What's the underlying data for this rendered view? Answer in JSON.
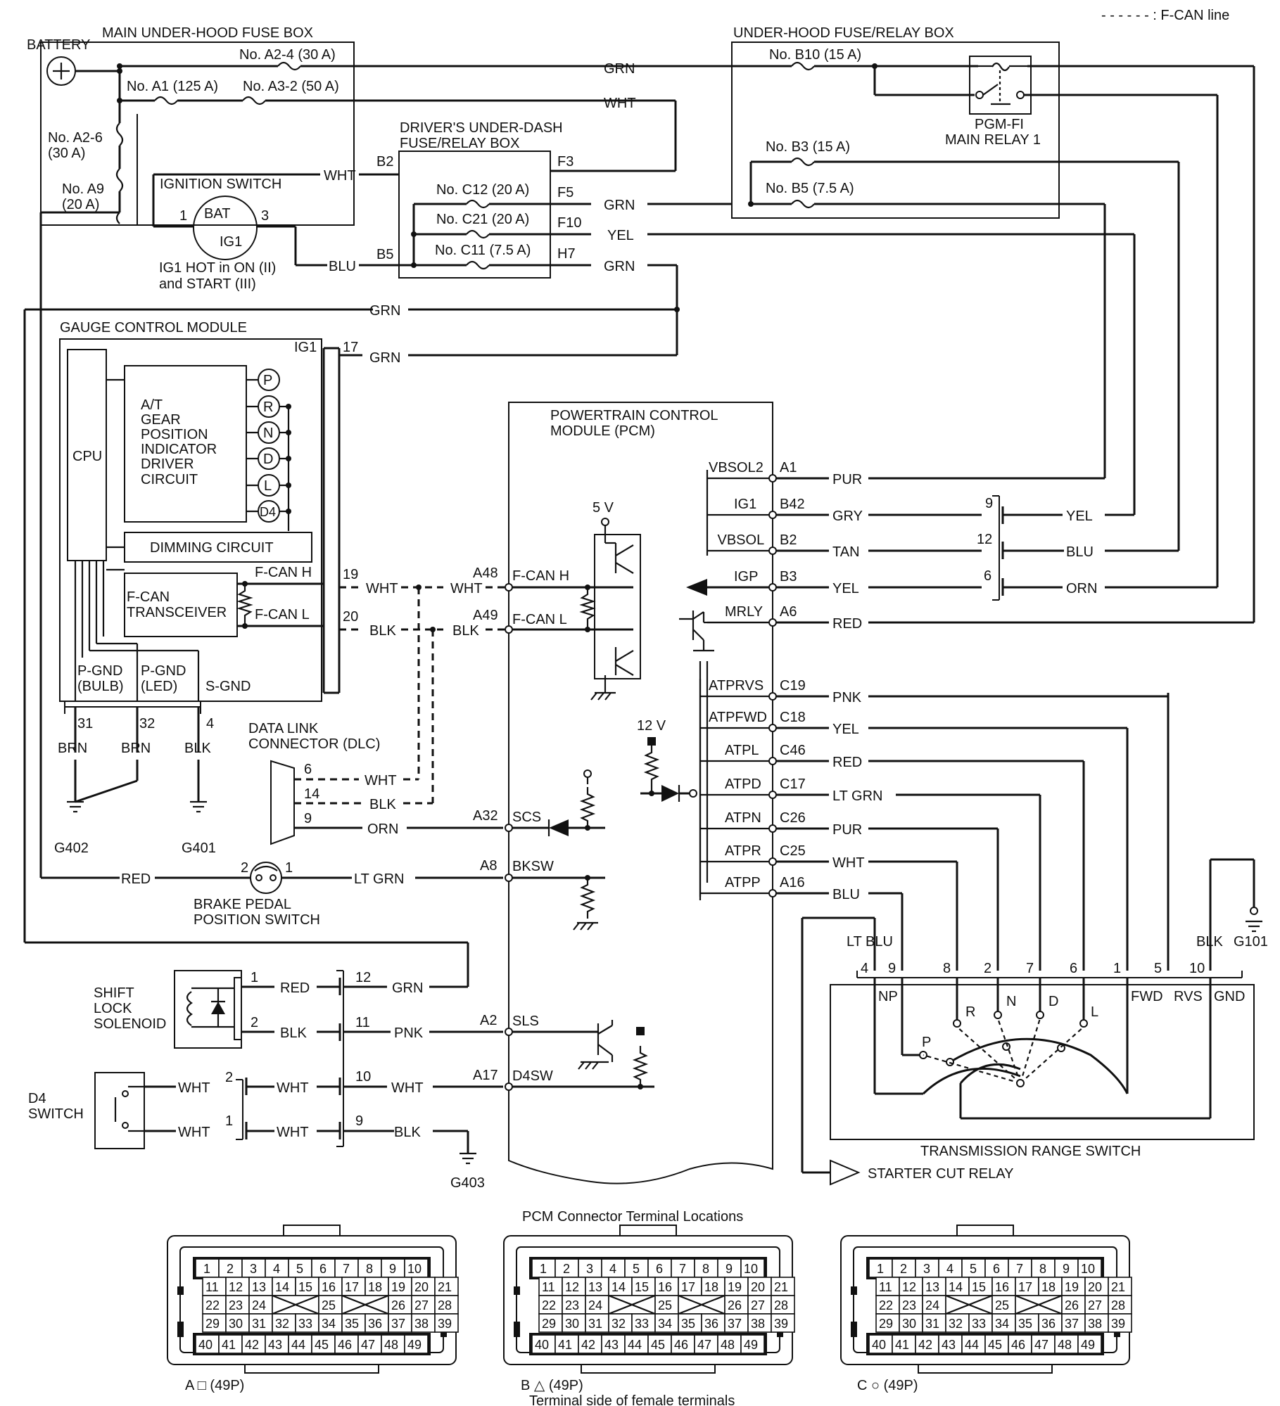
{
  "legend": {
    "can_line": "- - - - - - : F-CAN line"
  },
  "battery": {
    "label": "BATTERY"
  },
  "main_fuse_box": {
    "title": "MAIN UNDER-HOOD FUSE BOX",
    "a2_4": "No. A2-4 (30 A)",
    "a1": "No. A1 (125 A)",
    "a3_2": "No. A3-2 (50 A)",
    "a2_6_l1": "No. A2-6",
    "a2_6_l2": "(30 A)",
    "a9_l1": "No. A9",
    "a9_l2": "(20 A)"
  },
  "under_hood_relay_box": {
    "title": "UNDER-HOOD FUSE/RELAY BOX",
    "b10": "No. B10 (15 A)",
    "b3": "No. B3 (15 A)",
    "b5": "No. B5 (7.5 A)",
    "relay_l1": "PGM-FI",
    "relay_l2": "MAIN RELAY 1"
  },
  "dash_box": {
    "title_l1": "DRIVER'S UNDER-DASH",
    "title_l2": "FUSE/RELAY BOX",
    "c12": "No. C12 (20 A)",
    "c21": "No. C21 (20 A)",
    "c11": "No. C11 (7.5 A)",
    "b2": "B2",
    "b5": "B5",
    "f3": "F3",
    "f5": "F5",
    "f10": "F10",
    "h7": "H7"
  },
  "ignition": {
    "title": "IGNITION SWITCH",
    "bat": "BAT",
    "ig1": "IG1",
    "pin1": "1",
    "pin3": "3",
    "note_l1": "IG1 HOT in ON (II)",
    "note_l2": "and START (III)"
  },
  "wires": {
    "grn": "GRN",
    "wht": "WHT",
    "yel": "YEL",
    "blu": "BLU",
    "blk": "BLK",
    "red": "RED",
    "pur": "PUR",
    "gry": "GRY",
    "tan": "TAN",
    "orn": "ORN",
    "pnk": "PNK",
    "brn": "BRN",
    "ltgrn": "LT GRN",
    "ltblu": "LT BLU"
  },
  "gcm": {
    "title": "GAUGE CONTROL MODULE",
    "ig1": "IG1",
    "cpu": "CPU",
    "driver_l1": "A/T",
    "driver_l2": "GEAR",
    "driver_l3": "POSITION",
    "driver_l4": "INDICATOR",
    "driver_l5": "DRIVER",
    "driver_l6": "CIRCUIT",
    "dimming": "DIMMING CIRCUIT",
    "xcvr_l1": "F-CAN",
    "xcvr_l2": "TRANSCEIVER",
    "fcanh": "F-CAN H",
    "fcanl": "F-CAN L",
    "pgnd": "P-GND",
    "bulb": "(BULB)",
    "led": "(LED)",
    "sgnd": "S-GND",
    "lamps": [
      "P",
      "R",
      "N",
      "D",
      "L",
      "D4"
    ],
    "pins": {
      "p17": "17",
      "p19": "19",
      "p20": "20",
      "p31": "31",
      "p32": "32",
      "p4": "4"
    }
  },
  "pcm": {
    "title_l1": "POWERTRAIN CONTROL",
    "title_l2": "MODULE (PCM)",
    "fcanh": "F-CAN H",
    "fcanl": "F-CAN L",
    "v5": "5 V",
    "v12": "12 V",
    "right": [
      {
        "sig": "VBSOL2",
        "pin": "A1",
        "wire": "PUR"
      },
      {
        "sig": "IG1",
        "pin": "B42",
        "wire": "GRY"
      },
      {
        "sig": "VBSOL",
        "pin": "B2",
        "wire": "TAN"
      },
      {
        "sig": "IGP",
        "pin": "B3",
        "wire": "YEL"
      },
      {
        "sig": "MRLY",
        "pin": "A6",
        "wire": "RED"
      },
      {
        "sig": "ATPRVS",
        "pin": "C19",
        "wire": "PNK"
      },
      {
        "sig": "ATPFWD",
        "pin": "C18",
        "wire": "YEL"
      },
      {
        "sig": "ATPL",
        "pin": "C46",
        "wire": "RED"
      },
      {
        "sig": "ATPD",
        "pin": "C17",
        "wire": "LT GRN"
      },
      {
        "sig": "ATPN",
        "pin": "C26",
        "wire": "PUR"
      },
      {
        "sig": "ATPR",
        "pin": "C25",
        "wire": "WHT"
      },
      {
        "sig": "ATPP",
        "pin": "A16",
        "wire": "BLU"
      }
    ],
    "left": [
      {
        "pin": "A48",
        "sig": "F-CAN H"
      },
      {
        "pin": "A49",
        "sig": "F-CAN L"
      },
      {
        "pin": "A32",
        "sig": "SCS"
      },
      {
        "pin": "A8",
        "sig": "BKSW"
      },
      {
        "pin": "A2",
        "sig": "SLS"
      },
      {
        "pin": "A17",
        "sig": "D4SW"
      }
    ]
  },
  "dlc": {
    "title_l1": "DATA LINK",
    "title_l2": "CONNECTOR (DLC)",
    "p6": "6",
    "p14": "14",
    "p9": "9"
  },
  "connector_right": {
    "p9": "9",
    "p12": "12",
    "p6": "6"
  },
  "grounds": {
    "g402": "G402",
    "g401": "G401",
    "g403": "G403",
    "g101": "G101"
  },
  "brake_switch": {
    "l1": "BRAKE PEDAL",
    "l2": "POSITION SWITCH",
    "p1": "1",
    "p2": "2"
  },
  "shift_lock": {
    "l1": "SHIFT",
    "l2": "LOCK",
    "l3": "SOLENOID",
    "p1": "1",
    "p2": "2"
  },
  "d4_switch": {
    "l1": "D4",
    "l2": "SWITCH",
    "p1": "1",
    "p2": "2"
  },
  "mid_connector": {
    "p12": "12",
    "p11": "11",
    "p10": "10",
    "p9": "9"
  },
  "trs": {
    "title": "TRANSMISSION RANGE SWITCH",
    "pins": [
      "4",
      "9",
      "8",
      "2",
      "7",
      "6",
      "1",
      "5",
      "10"
    ],
    "labels": {
      "np": "NP",
      "fwd": "FWD",
      "rvs": "RVS",
      "gnd": "GND",
      "p": "P",
      "r": "R",
      "n": "N",
      "d": "D",
      "l": "L"
    }
  },
  "starter": "STARTER CUT RELAY",
  "connectors": {
    "title": "PCM Connector Terminal Locations",
    "footer": "Terminal side of female terminals",
    "rows": [
      [
        "1",
        "2",
        "3",
        "4",
        "5",
        "6",
        "7",
        "8",
        "9",
        "10"
      ],
      [
        "11",
        "12",
        "13",
        "14",
        "15",
        "16",
        "17",
        "18",
        "19",
        "20",
        "21"
      ],
      [
        "22",
        "23",
        "24",
        "25",
        "26",
        "27",
        "28"
      ],
      [
        "29",
        "30",
        "31",
        "32",
        "33",
        "34",
        "35",
        "36",
        "37",
        "38",
        "39"
      ],
      [
        "40",
        "41",
        "42",
        "43",
        "44",
        "45",
        "46",
        "47",
        "48",
        "49"
      ]
    ],
    "labels": [
      "A □ (49P)",
      "B △ (49P)",
      "C ○ (49P)"
    ]
  }
}
